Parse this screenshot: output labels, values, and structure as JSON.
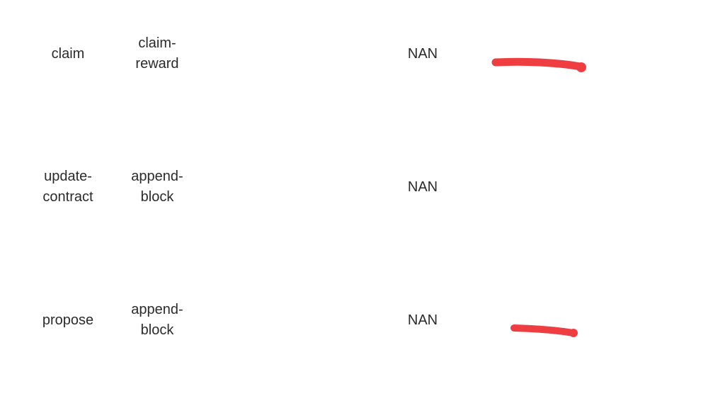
{
  "rows": [
    {
      "action": [
        "claim"
      ],
      "type": [
        "claim-",
        "reward"
      ],
      "value": "NAN",
      "redacted": true
    },
    {
      "action": [
        "update-",
        "contract"
      ],
      "type": [
        "append-",
        "block"
      ],
      "value": "NAN",
      "redacted": false
    },
    {
      "action": [
        "propose"
      ],
      "type": [
        "append-",
        "block"
      ],
      "value": "NAN",
      "redacted": true
    }
  ],
  "colors": {
    "text": "#2b2b2b",
    "redaction": "#ef3e42",
    "background": "#ffffff"
  }
}
